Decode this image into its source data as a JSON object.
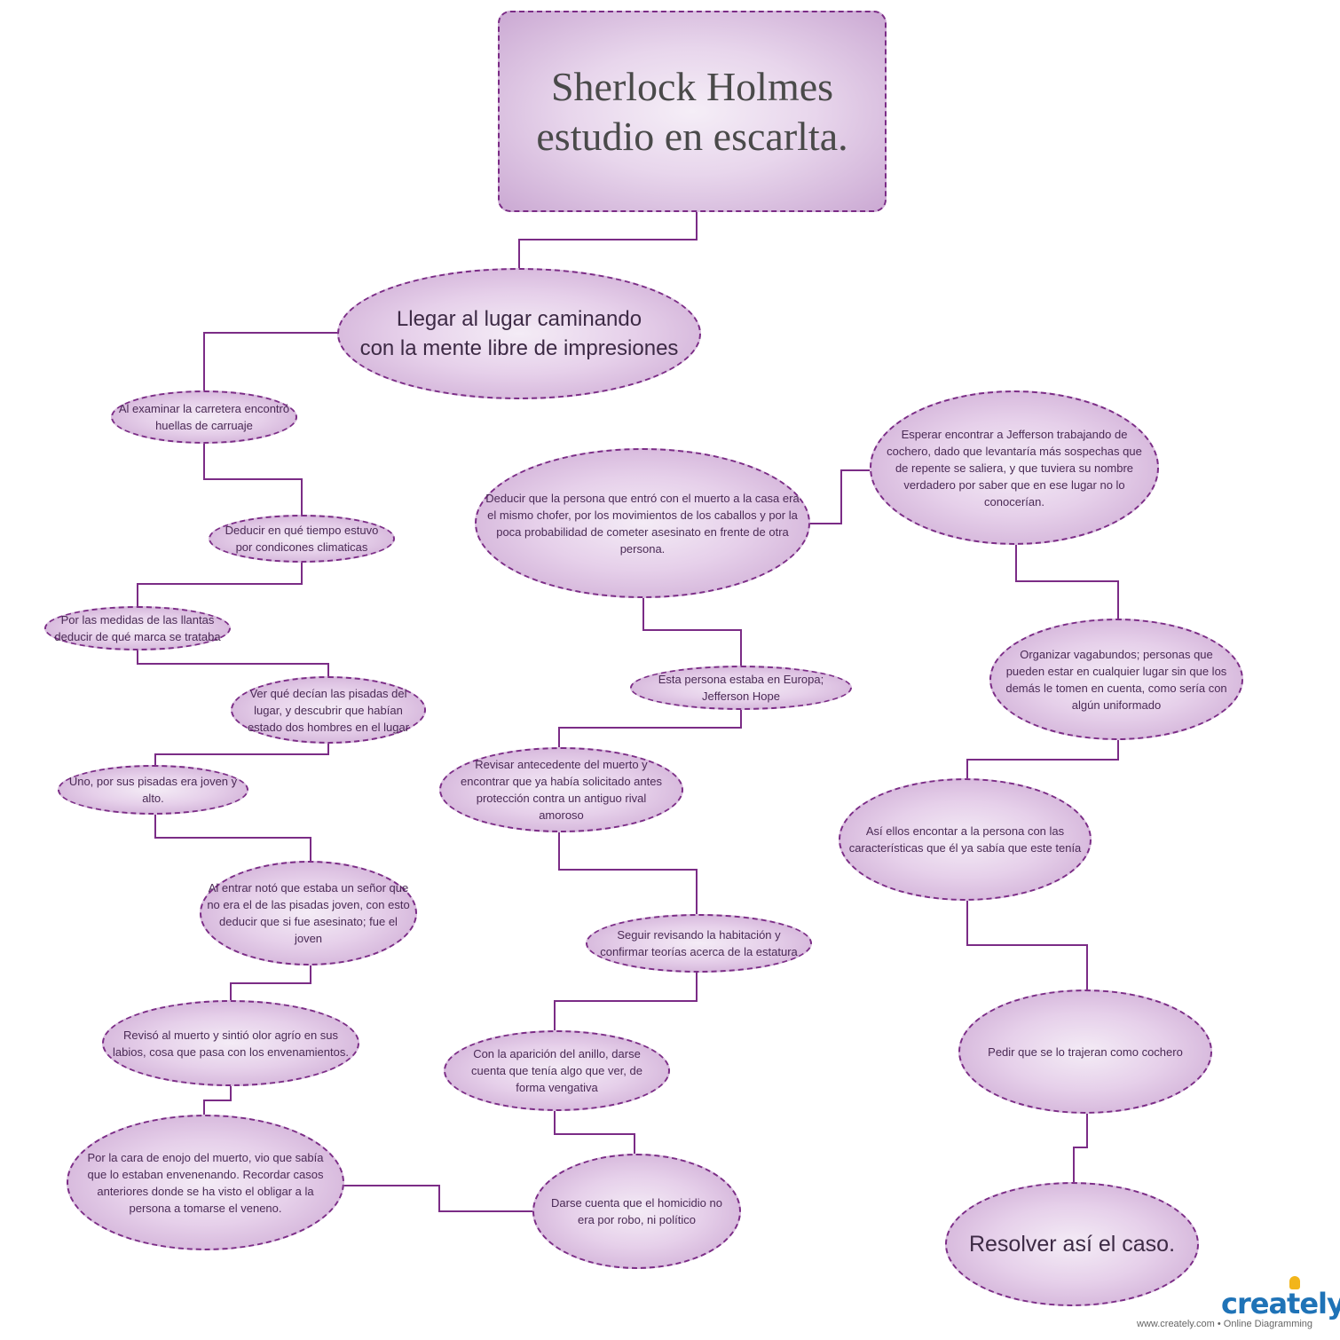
{
  "title": "Sherlock Holmes\nestudio en escarlta.",
  "main_node": "Llegar al lugar caminando\ncon la mente libre de impresiones",
  "left_column": [
    "Al examinar la carretera encontró huellas de carruaje",
    "Deducir en qué tiempo estuvo por condicones climaticas",
    "Por las medidas de las llantas deducir de qué marca se trataba",
    "Ver qué decían las pisadas del lugar, y descubrir que habían estado dos hombres en el lugar",
    "Uno, por sus pisadas era joven y alto.",
    "Al entrar notó que estaba un señor que no era el de las pisadas joven, con esto deducir que si fue asesinato; fue el joven",
    "Revisó al muerto y sintió olor agrío en sus labios, cosa que pasa con los envenamientos.",
    "Por la cara de enojo del muerto, vio que sabía que lo estaban envenenando. Recordar casos anteriores donde se ha visto el obligar a la persona a tomarse el veneno."
  ],
  "middle_column": [
    "Darse cuenta que el homicidio no era por robo, ni político",
    "Con la aparición del anillo, darse cuenta que tenía algo que ver, de forma vengativa",
    "Seguir revisando la habitación y confirmar teorías acerca de la estatura",
    "Revisar antecedente del muerto y encontrar que ya había solicitado antes protección contra un antiguo rival amoroso",
    "Esta persona estaba en Europa; Jefferson Hope",
    "Deducir que la persona que entró con el muerto a la casa era el mismo chofer, por los movimientos de los caballos y por la poca probabilidad de cometer asesinato en frente de otra persona."
  ],
  "right_column": [
    "Esperar encontrar a Jefferson trabajando de cochero, dado que levantaría más sospechas que de repente se saliera, y que tuviera su nombre verdadero por saber que en ese lugar no lo conocerían.",
    "Organizar vagabundos; personas que pueden estar en cualquier lugar sin que los demás le tomen en cuenta, como sería con algún uniformado",
    "Así ellos encontar a la persona con las características que él ya sabía que este tenía",
    "Pedir que se lo trajeran como cochero",
    "Resolver así el caso."
  ],
  "branding": {
    "logo_text": "creately",
    "tagline": "www.creately.com • Online Diagramming"
  },
  "colors": {
    "border": "#7b2c86",
    "fill_center": "#f4ecf6",
    "fill_edge": "#c9a4d0",
    "brand_blue": "#1f73b7",
    "bulb_yellow": "#f2b51a"
  }
}
